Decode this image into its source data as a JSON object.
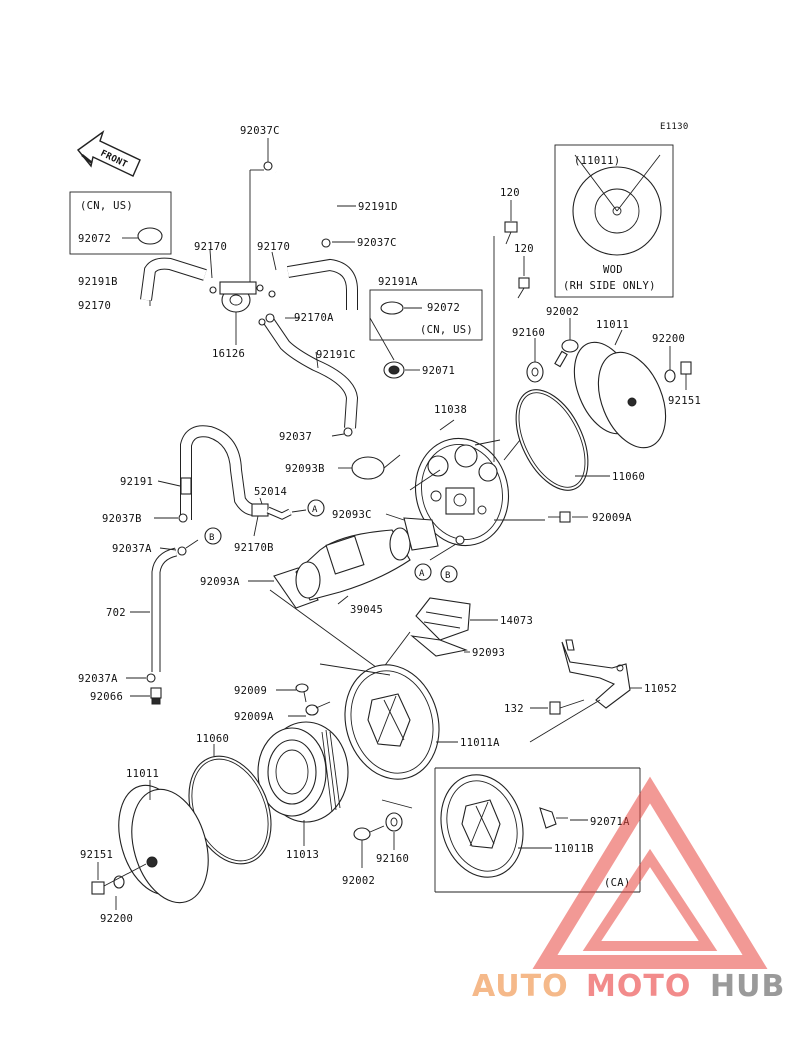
{
  "diagram_id": "E1130",
  "front_label": "FRONT",
  "labels": {
    "l92037c_top": "92037C",
    "l92191d": "92191D",
    "l92037c_right": "92037C",
    "l92072_box": "92072",
    "l92170_a": "92170",
    "l92170_b": "92170",
    "l92191b": "92191B",
    "l92191a": "92191A",
    "l92170_left": "92170",
    "l92170a": "92170A",
    "l92072_right": "92072",
    "l16126": "16126",
    "l92191c": "92191C",
    "l92071": "92071",
    "l120_a": "120",
    "l120_b": "120",
    "l92160_top": "92160",
    "l92002_top": "92002",
    "l11011_top": "11011",
    "l92200_top": "92200",
    "l92151_top": "92151",
    "l11038": "11038",
    "l92037": "92037",
    "l92093b": "92093B",
    "l11060_right": "11060",
    "l92191": "92191",
    "l52014": "52014",
    "l92037b": "92037B",
    "l92093c": "92093C",
    "l92009a_top": "92009A",
    "l92170b": "92170B",
    "l92037a": "92037A",
    "l92093a": "92093A",
    "l39045": "39045",
    "l14073": "14073",
    "l702": "702",
    "l92093": "92093",
    "l11052": "11052",
    "l92037a_low": "92037A",
    "l92066": "92066",
    "l92009": "92009",
    "l132": "132",
    "l92009a_low": "92009A",
    "l11011a": "11011A",
    "l11060_left": "11060",
    "l11011_left": "11011",
    "l92071a": "92071A",
    "l11011b": "11011B",
    "l11013": "11013",
    "l92160_low": "92160",
    "l92151_left": "92151",
    "l92002_low": "92002",
    "l92200_low": "92200"
  },
  "callouts": {
    "a1": "A",
    "b1": "B",
    "a2": "A",
    "b2": "B"
  },
  "notes": {
    "cn_us_left": "(CN, US)",
    "cn_us_right": "(CN, US)",
    "inset_ref": "(11011)",
    "inset_wod": "WOD",
    "inset_rh": "(RH SIDE ONLY)",
    "ca": "(CA)"
  },
  "watermark": {
    "part1": "AUTO",
    "part2": "MOTO",
    "part3": "HUB",
    "color_auto": "#f5b98a",
    "color_moto": "#f28b8b",
    "color_hub": "#9a9a9a",
    "triangle_color": "#e8463f"
  }
}
